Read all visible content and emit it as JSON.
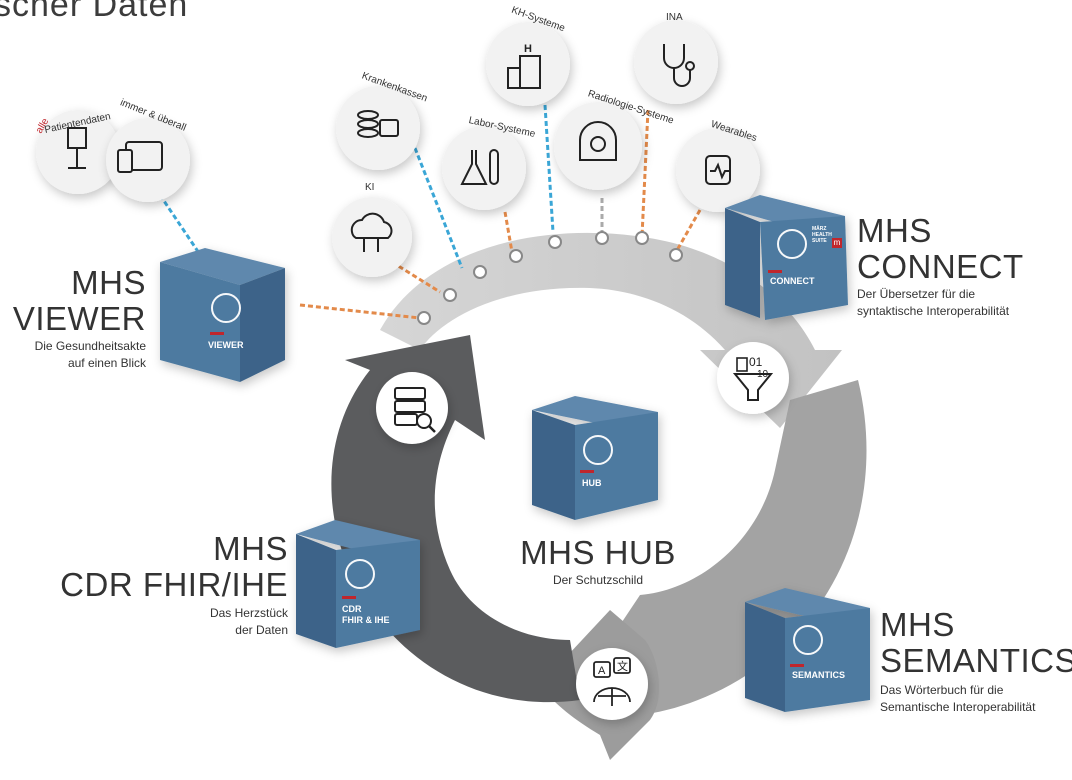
{
  "header": {
    "title_partial": "scher Daten"
  },
  "colors": {
    "arc_light": "#c9c9c9",
    "arc_mid": "#a3a3a3",
    "arc_dark": "#5b5c5e",
    "box_blue": "#4e7aa0",
    "box_blue_dark": "#3c6489",
    "accent_red": "#c0262c",
    "arrow_orange": "#e38a4a",
    "arrow_cyan": "#3aa6d6"
  },
  "hub": {
    "title": "MHS HUB",
    "subtitle": "Der Schutzschild",
    "box_label": "HUB"
  },
  "viewer": {
    "title_line1": "MHS",
    "title_line2": "VIEWER",
    "desc_line1": "Die Gesundheitsakte",
    "desc_line2": "auf einen Blick",
    "box_label": "VIEWER"
  },
  "connect": {
    "title_line1": "MHS",
    "title_line2": "CONNECT",
    "desc_line1": "Der Übersetzer für die",
    "desc_line2": "syntaktische Interoperabilität",
    "box_label": "CONNECT"
  },
  "cdr": {
    "title_line1": "MHS",
    "title_line2": "CDR FHIR/IHE",
    "desc_line1": "Das Herzstück",
    "desc_line2": "der Daten",
    "box_label_line1": "CDR",
    "box_label_line2": "FHIR & IHE"
  },
  "semantics": {
    "title_line1": "MHS",
    "title_line2": "SEMANTICS",
    "desc_line1": "Das Wörterbuch für die",
    "desc_line2": "Semantische Interoperabilität",
    "box_label": "SEMANTICS"
  },
  "box_brand": {
    "line1": "MÄRZ",
    "line2": "HEALTH",
    "line3": "SUITE",
    "logo": "m"
  },
  "bubbles": {
    "alle": "alle",
    "patientendaten": "Patientendaten",
    "immer": "immer & überall",
    "ki": "KI",
    "krankenkassen": "Krankenkassen",
    "labor": "Labor-Systeme",
    "kh": "KH-Systeme",
    "radiologie": "Radiologie-Systeme",
    "ina": "INA",
    "wearables": "Wearables"
  }
}
